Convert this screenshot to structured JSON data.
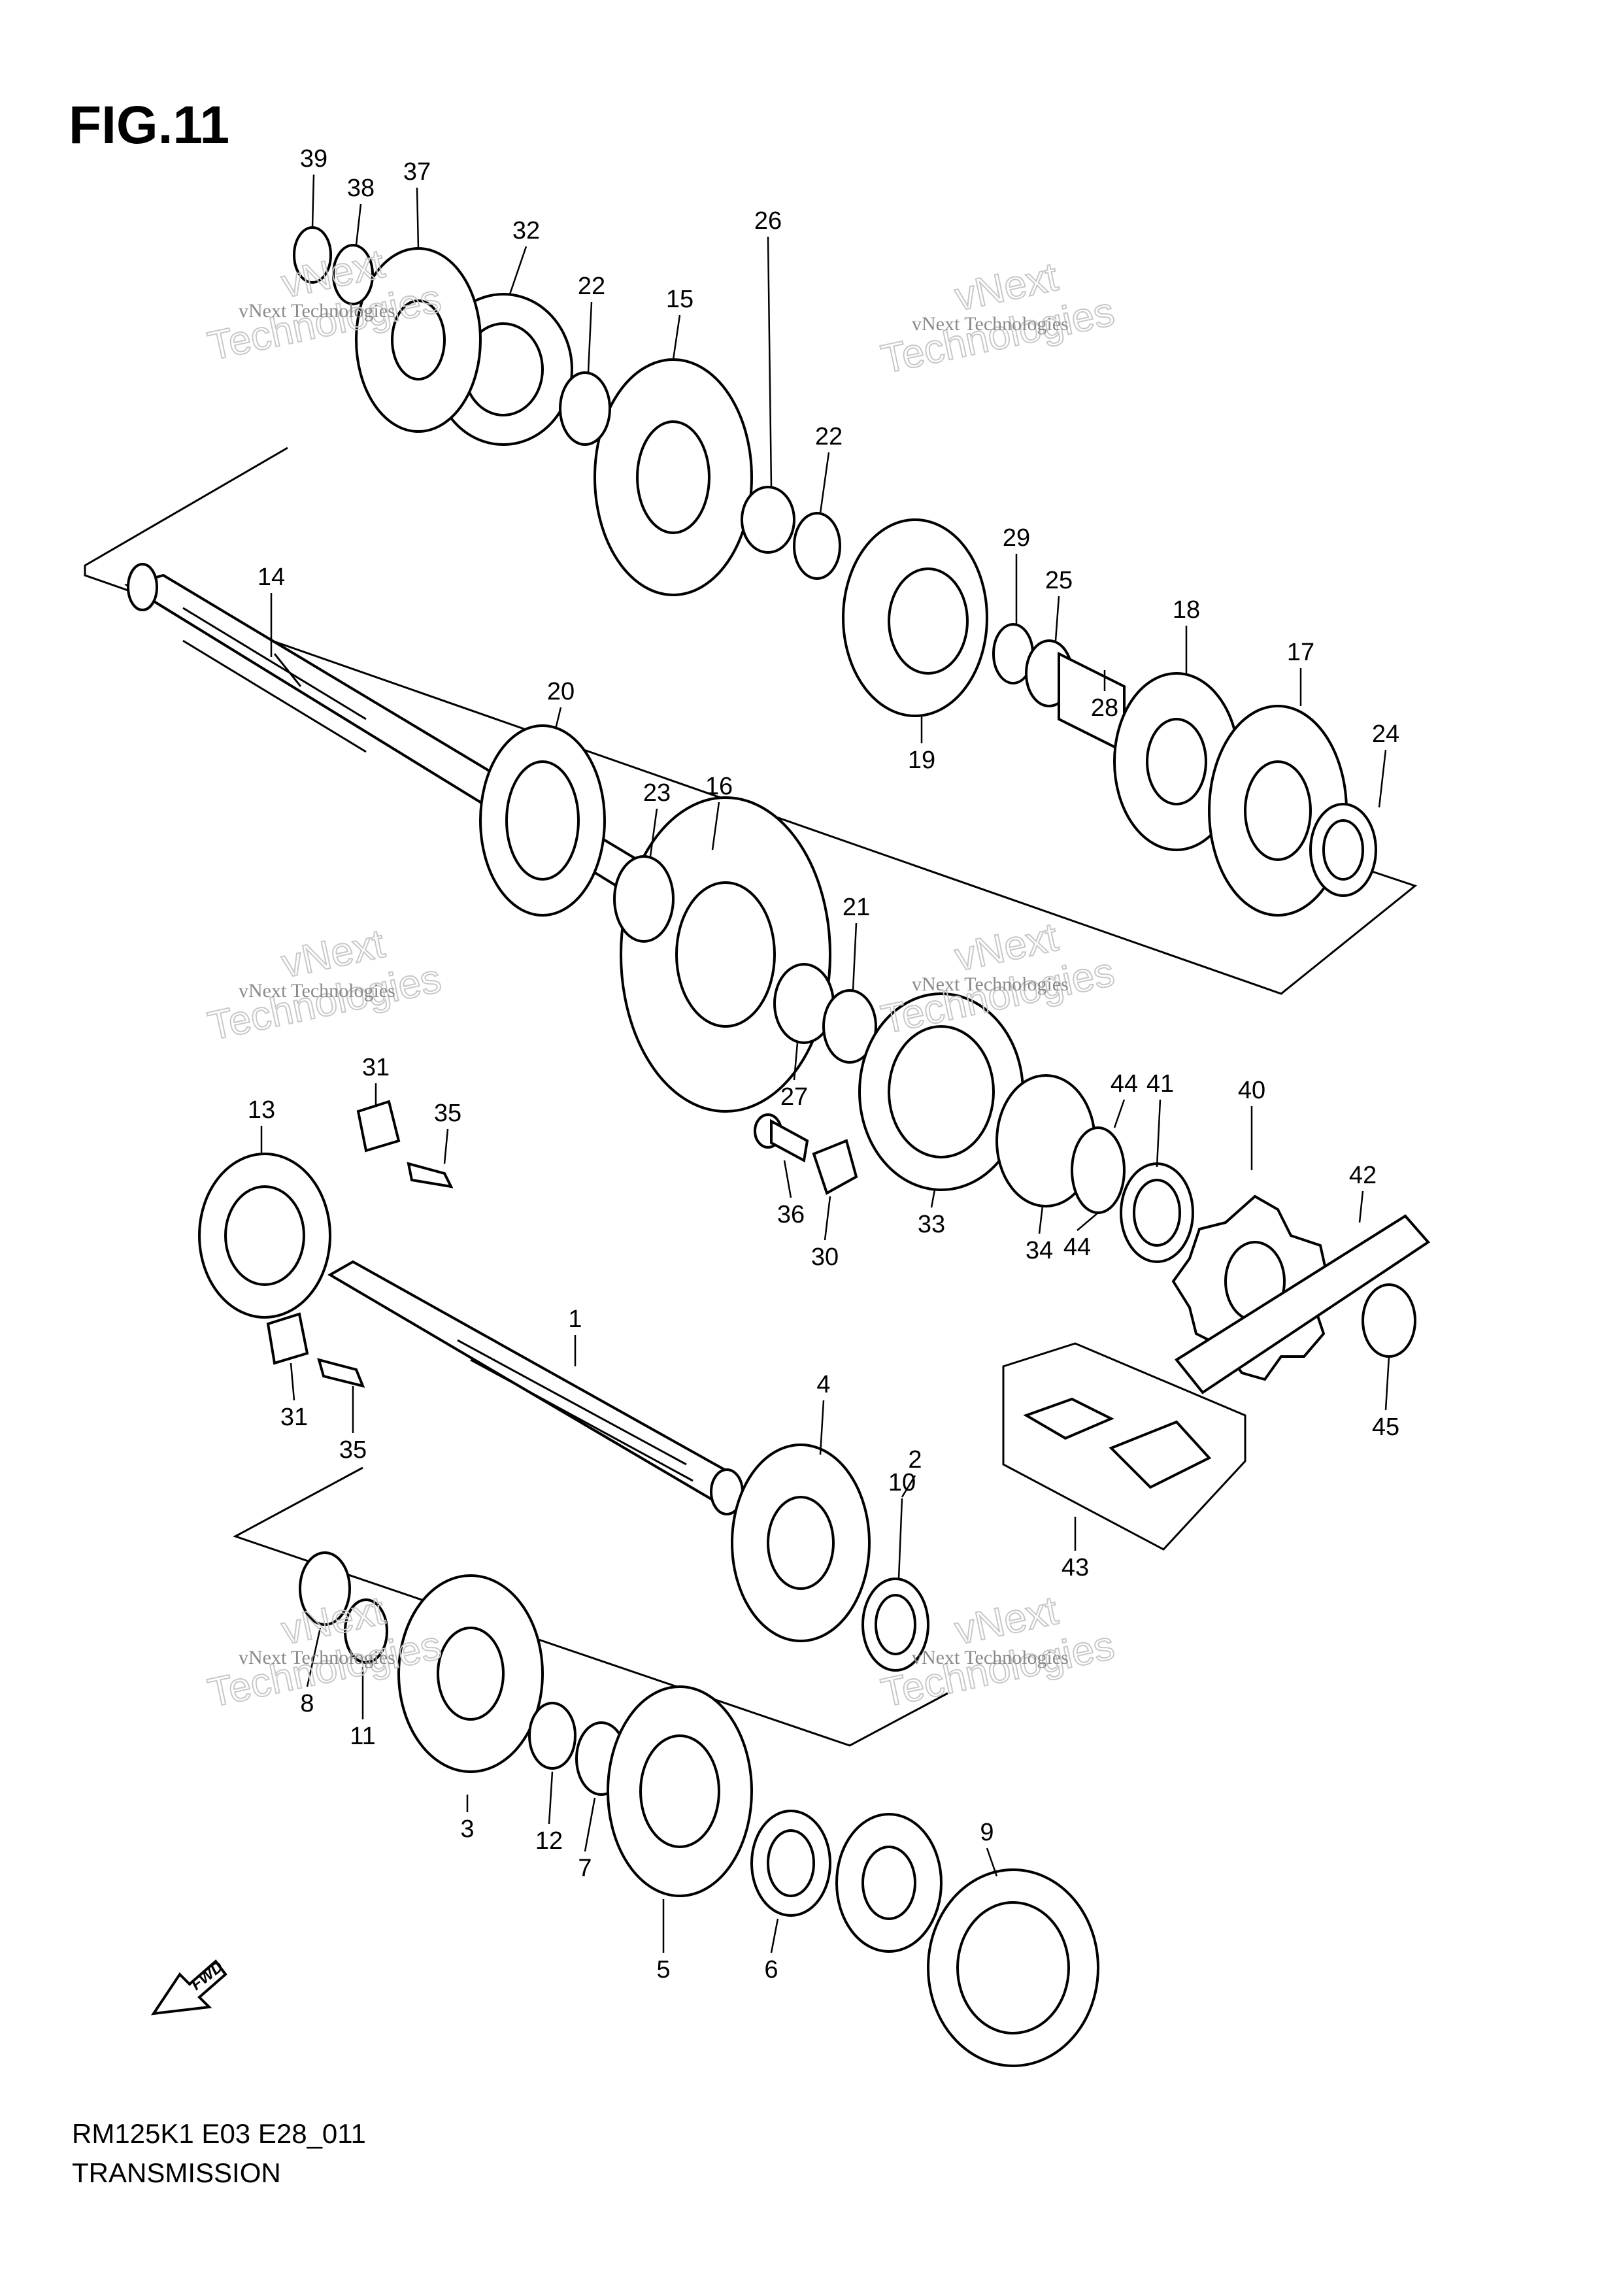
{
  "figure": {
    "title": "FIG.11"
  },
  "footer": {
    "code": "RM125K1 E03 E28_011",
    "name": "TRANSMISSION"
  },
  "fwd_label": "FWD",
  "watermark": {
    "small": "vNext Technologies",
    "large_1": "vNext",
    "large_2": "Technologies"
  },
  "callouts": [
    "1",
    "2",
    "3",
    "4",
    "5",
    "6",
    "7",
    "8",
    "9",
    "10",
    "11",
    "12",
    "13",
    "14",
    "15",
    "16",
    "17",
    "18",
    "19",
    "20",
    "21",
    "22",
    "22",
    "23",
    "24",
    "25",
    "26",
    "27",
    "28",
    "29",
    "30",
    "31",
    "31",
    "32",
    "33",
    "34",
    "35",
    "35",
    "36",
    "37",
    "38",
    "39",
    "40",
    "41",
    "42",
    "43",
    "44",
    "44",
    "45"
  ]
}
